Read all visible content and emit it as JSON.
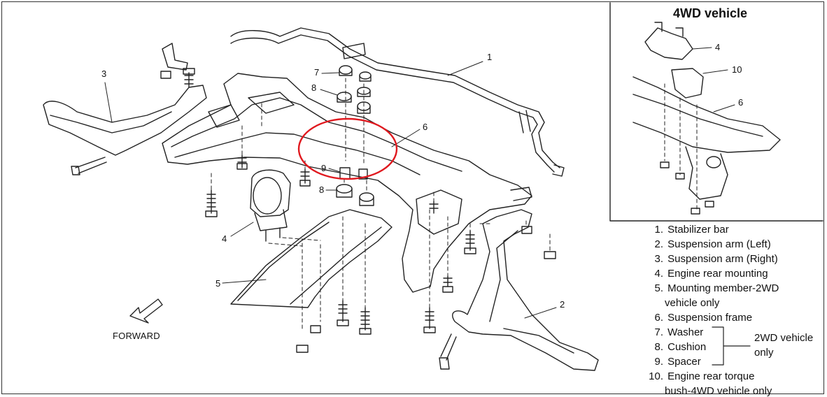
{
  "inset": {
    "title": "4WD vehicle"
  },
  "forward_label": "FORWARD",
  "callouts": {
    "c1": "1",
    "c2": "2",
    "c3": "3",
    "c4": "4",
    "c5": "5",
    "c6": "6",
    "c7": "7",
    "c8a": "8",
    "c8b": "8",
    "c9": "9",
    "inset_c4": "4",
    "inset_c10": "10",
    "inset_c6": "6"
  },
  "legend": {
    "items": [
      {
        "num": "1.",
        "text": "Stabilizer bar"
      },
      {
        "num": "2.",
        "text": "Suspension arm (Left)"
      },
      {
        "num": "3.",
        "text": "Suspension arm (Right)"
      },
      {
        "num": "4.",
        "text": "Engine rear mounting"
      },
      {
        "num": "5.",
        "text": "Mounting member-2WD",
        "text2": "vehicle only"
      },
      {
        "num": "6.",
        "text": "Suspension frame"
      },
      {
        "num": "7.",
        "text": "Washer"
      },
      {
        "num": "8.",
        "text": "Cushion"
      },
      {
        "num": "9.",
        "text": "Spacer"
      },
      {
        "num": "10.",
        "text": "Engine rear torque",
        "text2": "bush-4WD vehicle only"
      }
    ],
    "bracket_note_line1": "2WD vehicle",
    "bracket_note_line2": "only"
  },
  "colors": {
    "line": "#222222",
    "highlight": "#e0191f",
    "background": "#ffffff"
  }
}
